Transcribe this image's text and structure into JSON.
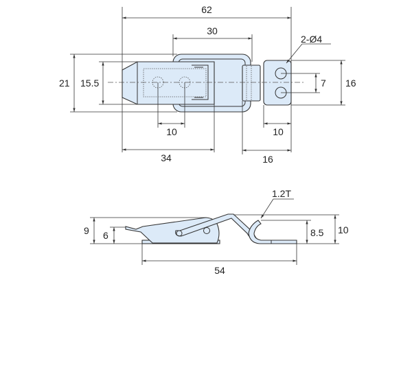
{
  "colors": {
    "part_fill": "#dceaf8",
    "line": "#333333"
  },
  "top_view": {
    "overall_length": "62",
    "loop_length": "30",
    "hole_callout": "2-Ø4",
    "overall_width": "21",
    "plate_width": "15.5",
    "hole_spacing_vertical": "7",
    "keeper_width": "16",
    "dotted_hole_spacing": "10",
    "keeper_hole_offset": "10",
    "latch_length": "34",
    "keeper_length": "16"
  },
  "side_view": {
    "thickness": "1.2T",
    "latch_height": "9",
    "lever_height": "6",
    "hook_height": "8.5",
    "overall_height": "10",
    "closed_length": "54"
  }
}
